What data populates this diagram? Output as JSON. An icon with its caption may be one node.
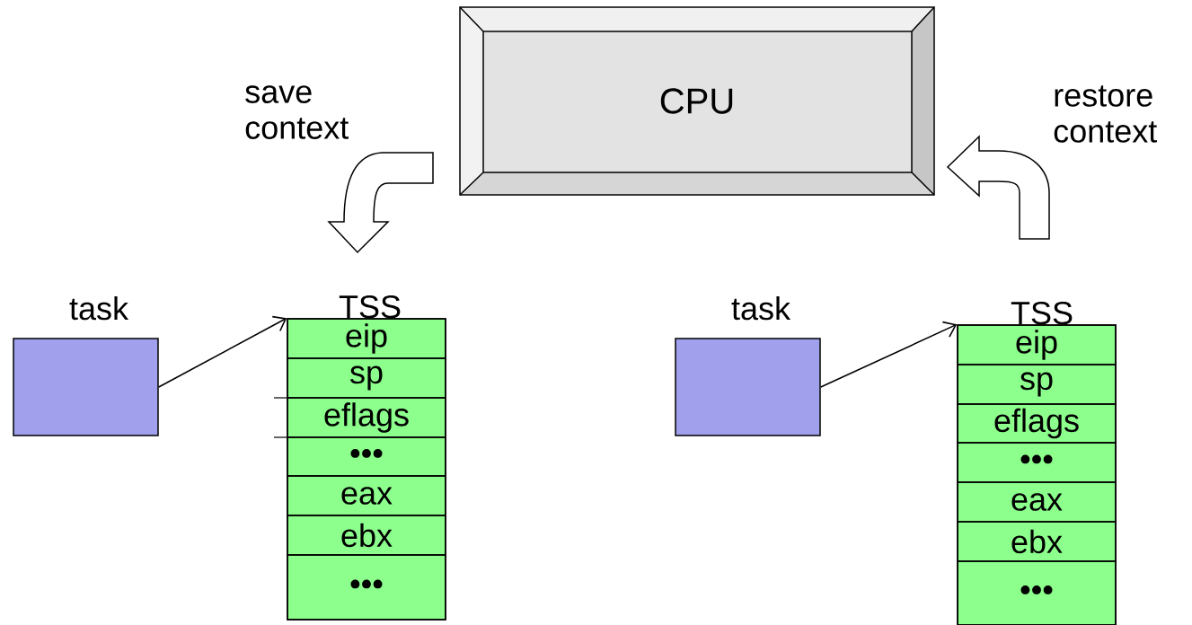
{
  "diagram": {
    "nodes": [
      {
        "text": [
          "CPU"
        ]
      },
      {
        "text": [
          "task"
        ]
      },
      {
        "text": [
          "TSS"
        ]
      },
      {
        "text": [
          "eip"
        ],
        "in": 2
      },
      {
        "text": [
          "sp"
        ],
        "in": 2
      },
      {
        "text": [
          "eflags"
        ],
        "in": 2
      },
      {
        "text": [
          "•••"
        ],
        "in": 2
      },
      {
        "text": [
          "eax"
        ],
        "in": 2
      },
      {
        "text": [
          "ebx"
        ],
        "in": 2
      },
      {
        "text": [
          "•••"
        ],
        "in": 2
      },
      {
        "text": [
          "task"
        ]
      },
      {
        "text": [
          "TSS"
        ]
      },
      {
        "text": [
          "eip"
        ],
        "in": 11
      },
      {
        "text": [
          "sp"
        ],
        "in": 11
      },
      {
        "text": [
          "eflags"
        ],
        "in": 11
      },
      {
        "text": [
          "•••"
        ],
        "in": 11
      },
      {
        "text": [
          "eax"
        ],
        "in": 11
      },
      {
        "text": [
          "ebx"
        ],
        "in": 11
      },
      {
        "text": [
          "•••"
        ],
        "in": 11
      }
    ],
    "edges": [
      {
        "from": 1,
        "to": 2,
        "arrow": "to"
      },
      {
        "from": 0,
        "to": 2,
        "arrow": "to",
        "label": "save context",
        "style": "thick"
      },
      {
        "from": 11,
        "to": 0,
        "arrow": "to",
        "label": "restore context",
        "style": "thick"
      },
      {
        "from": 10,
        "to": 11,
        "arrow": "to"
      }
    ]
  }
}
